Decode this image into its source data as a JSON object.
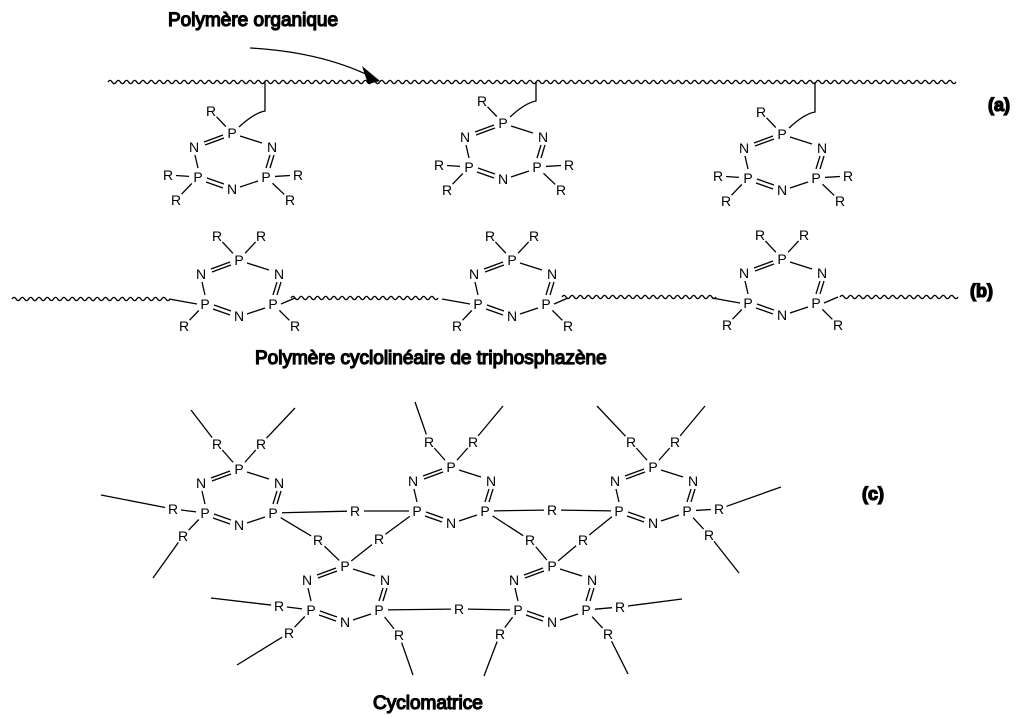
{
  "captions": {
    "organic_polymer": "Polymère organique",
    "cyclolinear": "Polymère cyclolinéaire de triphosphazène",
    "cyclomatrix": "Cyclomatrice"
  },
  "tags": {
    "a": "(a)",
    "b": "(b)",
    "c": "(c)"
  },
  "atoms": {
    "P": "P",
    "N": "N",
    "R": "R"
  },
  "panels": {
    "a": {
      "type": "pendant",
      "ring_count": 3
    },
    "b": {
      "type": "cyclolinear",
      "ring_count": 3
    },
    "c": {
      "type": "cyclomatrix",
      "ring_count": 5
    }
  },
  "colors": {
    "ink": "#000000",
    "background": "#ffffff"
  }
}
